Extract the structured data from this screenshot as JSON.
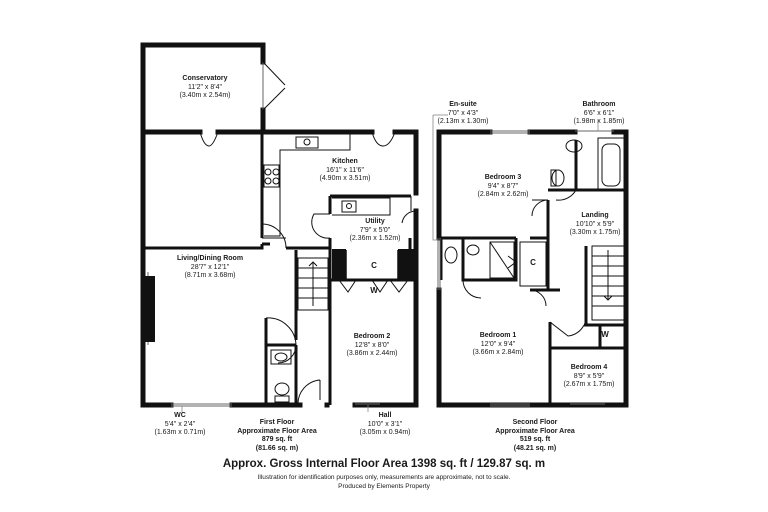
{
  "rooms": {
    "conservatory": {
      "name": "Conservatory",
      "imperial": "11'2\" x 8'4\"",
      "metric": "(3.40m x 2.54m)"
    },
    "kitchen": {
      "name": "Kitchen",
      "imperial": "16'1\" x 11'6\"",
      "metric": "(4.90m x 3.51m)"
    },
    "utility": {
      "name": "Utility",
      "imperial": "7'9\" x 5'0\"",
      "metric": "(2.36m x 1.52m)"
    },
    "living": {
      "name": "Living/Dining Room",
      "imperial": "28'7\" x 12'1\"",
      "metric": "(8.71m x 3.68m)"
    },
    "bedroom2": {
      "name": "Bedroom 2",
      "imperial": "12'8\" x 8'0\"",
      "metric": "(3.86m x 2.44m)"
    },
    "wc": {
      "name": "WC",
      "imperial": "5'4\" x 2'4\"",
      "metric": "(1.63m x 0.71m)"
    },
    "hall": {
      "name": "Hall",
      "imperial": "10'0\" x 3'1\"",
      "metric": "(3.05m x 0.94m)"
    },
    "ensuite": {
      "name": "En-suite",
      "imperial": "7'0\" x 4'3\"",
      "metric": "(2.13m x 1.30m)"
    },
    "bathroom": {
      "name": "Bathroom",
      "imperial": "6'6\" x 6'1\"",
      "metric": "(1.98m x 1.85m)"
    },
    "bedroom3": {
      "name": "Bedroom 3",
      "imperial": "9'4\" x 8'7\"",
      "metric": "(2.84m x 2.62m)"
    },
    "landing": {
      "name": "Landing",
      "imperial": "10'10\" x 5'9\"",
      "metric": "(3.30m x 1.75m)"
    },
    "bedroom1": {
      "name": "Bedroom 1",
      "imperial": "12'0\" x 9'4\"",
      "metric": "(3.66m x 2.84m)"
    },
    "bedroom4": {
      "name": "Bedroom 4",
      "imperial": "8'9\" x 5'9\"",
      "metric": "(2.67m x 1.75m)"
    }
  },
  "markers": {
    "cupboard": "C",
    "wardrobe": "W"
  },
  "floors": {
    "first": {
      "title": "First Floor",
      "subtitle": "Approximate Floor Area",
      "sqft": "879 sq. ft",
      "sqm": "(81.66 sq. m)"
    },
    "second": {
      "title": "Second Floor",
      "subtitle": "Approximate Floor Area",
      "sqft": "519 sq. ft",
      "sqm": "(48.21 sq. m)"
    }
  },
  "footer": {
    "gross": "Approx. Gross Internal Floor Area 1398 sq. ft / 129.87 sq. m",
    "note": "Illustration for identification purposes only, measurements are approximate, not to scale.",
    "credit": "Produced by Elements Property"
  }
}
